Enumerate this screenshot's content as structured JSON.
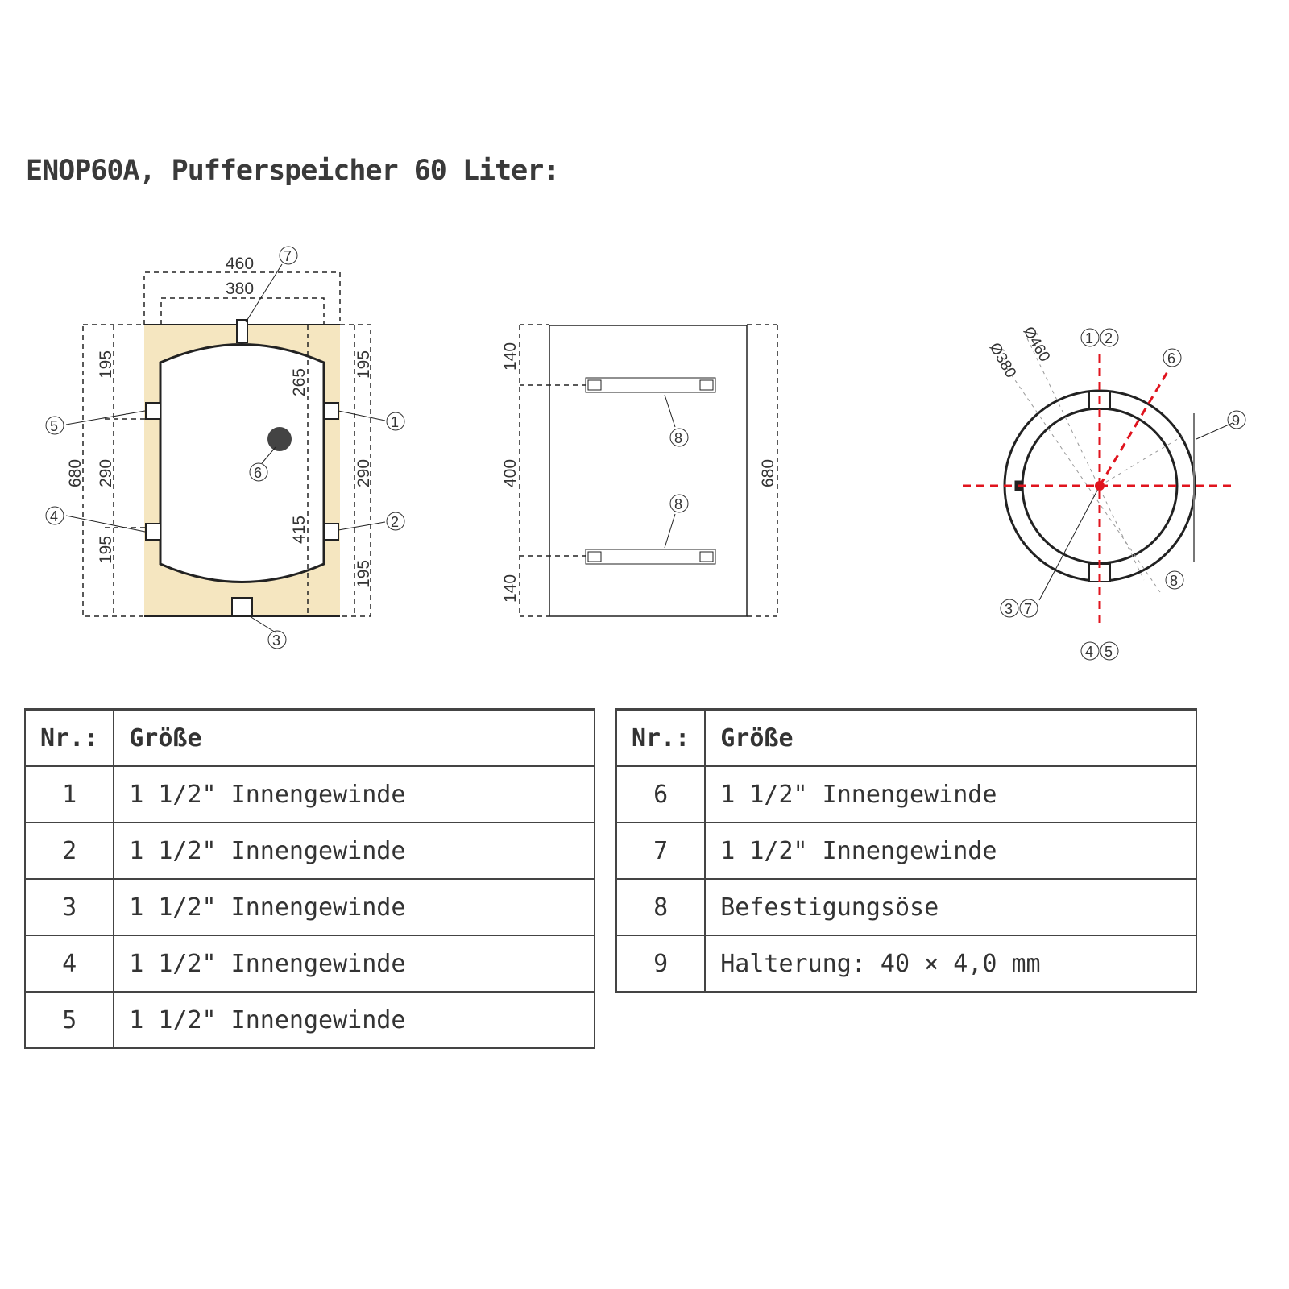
{
  "title": "ENOP60A, Pufferspeicher 60 Liter:",
  "side_view": {
    "dim_460": "460",
    "dim_380": "380",
    "dim_195_tl": "195",
    "dim_290_l": "290",
    "dim_195_bl": "195",
    "dim_680": "680",
    "dim_195_tr": "195",
    "dim_290_r": "290",
    "dim_195_br": "195",
    "dim_265": "265",
    "dim_415": "415",
    "markers": [
      "1",
      "2",
      "3",
      "4",
      "5",
      "6",
      "7"
    ]
  },
  "back_view": {
    "dim_140_top": "140",
    "dim_400": "400",
    "dim_140_bottom": "140",
    "dim_680": "680",
    "markers": [
      "8",
      "8"
    ]
  },
  "top_view": {
    "dim_d460": "Ø460",
    "dim_d380": "Ø380",
    "markers": [
      "1",
      "2",
      "6",
      "9",
      "8",
      "3",
      "7",
      "4",
      "5"
    ]
  },
  "table_left": {
    "headers": [
      "Nr.:",
      "Größe"
    ],
    "rows": [
      [
        "1",
        "1 1/2\" Innengewinde"
      ],
      [
        "2",
        "1 1/2\" Innengewinde"
      ],
      [
        "3",
        "1 1/2\" Innengewinde"
      ],
      [
        "4",
        "1 1/2\" Innengewinde"
      ],
      [
        "5",
        "1 1/2\" Innengewinde"
      ]
    ]
  },
  "table_right": {
    "headers": [
      "Nr.:",
      "Größe"
    ],
    "rows": [
      [
        "6",
        "1 1/2\" Innengewinde"
      ],
      [
        "7",
        "1 1/2\" Innengewinde"
      ],
      [
        "8",
        "Befestigungsöse"
      ],
      [
        "9",
        "Halterung: 40 × 4,0 mm"
      ]
    ]
  },
  "colors": {
    "insulation": "#f5e6c0",
    "axis_red": "#e0141e",
    "line": "#222222"
  }
}
